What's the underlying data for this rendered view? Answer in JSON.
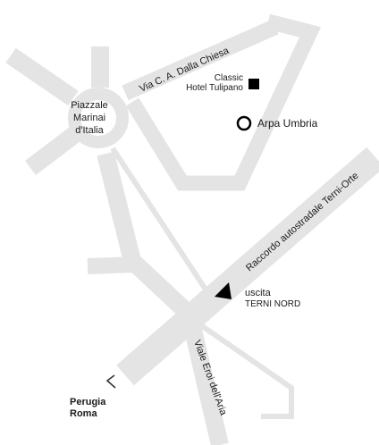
{
  "map": {
    "streets": {
      "via_dalla_chiesa": "Via C. A. Dalla Chiesa",
      "raccordo": "Raccordo autostradale Terni-Orte",
      "viale_eroi": "Viale Eroi dell'Aria"
    },
    "piazzale": {
      "line1": "Piazzale",
      "line2": "Marinai",
      "line3": "d'Italia"
    },
    "hotel": {
      "line1": "Classic",
      "line2": "Hotel Tulipano"
    },
    "arpa": {
      "label": "Arpa Umbria"
    },
    "exit": {
      "line1": "uscita",
      "line2": "TERNI NORD"
    },
    "destination": {
      "line1": "Perugia",
      "line2": "Roma"
    },
    "colors": {
      "road": "#e4e4e4",
      "text": "#1a1a1a",
      "marker": "#000000",
      "background": "#ffffff"
    }
  }
}
